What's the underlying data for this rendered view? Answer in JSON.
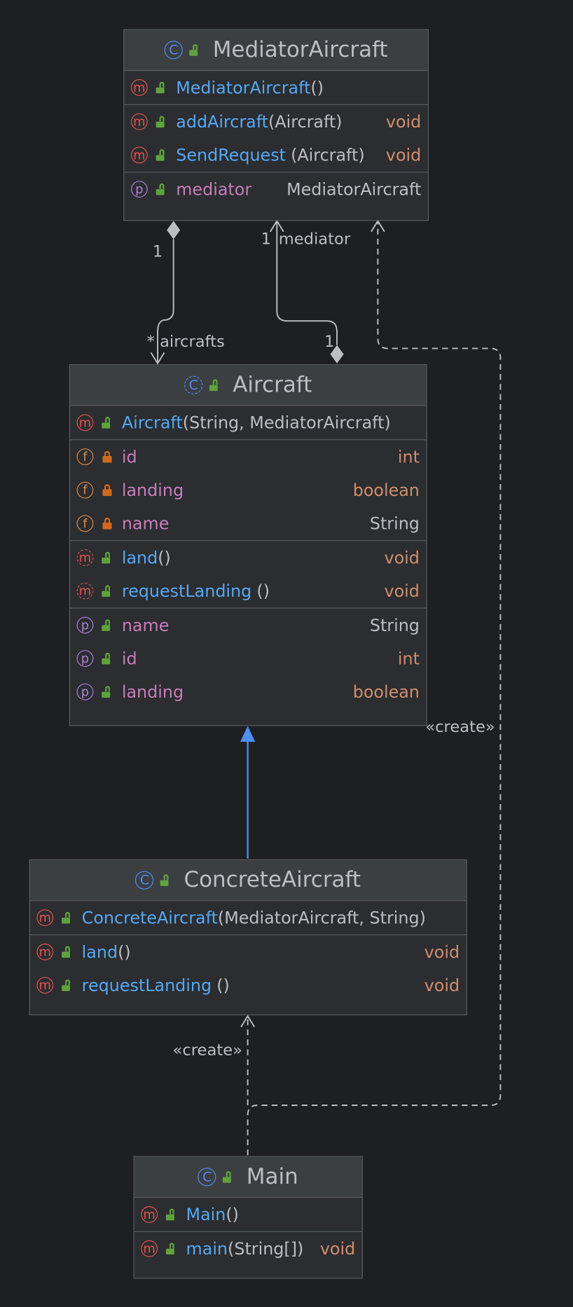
{
  "classes": {
    "mediator": {
      "name": "MediatorAircraft",
      "constructor": {
        "name": "MediatorAircraft",
        "args": "()"
      },
      "methods": [
        {
          "name": "addAircraft",
          "args": "(Aircraft)",
          "type": "void"
        },
        {
          "name": "SendRequest",
          "args": "(Aircraft)",
          "type": "void"
        }
      ],
      "properties": [
        {
          "name": "mediator",
          "type": "MediatorAircraft"
        }
      ]
    },
    "aircraft": {
      "name": "Aircraft",
      "constructor": {
        "name": "Aircraft",
        "args": "(String, MediatorAircraft)"
      },
      "fields": [
        {
          "name": "id",
          "type": "int"
        },
        {
          "name": "landing",
          "type": "boolean"
        },
        {
          "name": "name",
          "type": "String"
        }
      ],
      "methods": [
        {
          "name": "land",
          "args": "()",
          "type": "void"
        },
        {
          "name": "requestLanding",
          "args": "()",
          "type": "void"
        }
      ],
      "properties": [
        {
          "name": "name",
          "type": "String"
        },
        {
          "name": "id",
          "type": "int"
        },
        {
          "name": "landing",
          "type": "boolean"
        }
      ]
    },
    "concrete": {
      "name": "ConcreteAircraft",
      "constructor": {
        "name": "ConcreteAircraft",
        "args": "(MediatorAircraft, String)"
      },
      "methods": [
        {
          "name": "land",
          "args": "()",
          "type": "void"
        },
        {
          "name": "requestLanding",
          "args": "()",
          "type": "void"
        }
      ]
    },
    "main": {
      "name": "Main",
      "constructor": {
        "name": "Main",
        "args": "()"
      },
      "methods": [
        {
          "name": "main",
          "args": "(String[])",
          "type": "void"
        }
      ]
    }
  },
  "edges": {
    "composition_aircrafts": {
      "source_mult": "1",
      "target_label": "* aircrafts"
    },
    "composition_mediator": {
      "source_mult": "1",
      "source_label": "mediator",
      "target_mult": "1"
    },
    "create_mediator": {
      "label": "«create»"
    },
    "create_concrete": {
      "label": "«create»"
    }
  },
  "icons": {
    "class": "C",
    "method": "m",
    "field": "f",
    "property": "p"
  },
  "colors": {
    "background": "#1e1f22",
    "box": "#2b2d30",
    "header": "#3c3f41",
    "method_name": "#56a8f5",
    "field_name": "#c77dbb",
    "keyword_type": "#cf8e6d",
    "text": "#bcbec4",
    "inheritance_arrow": "#4e8ff0"
  }
}
